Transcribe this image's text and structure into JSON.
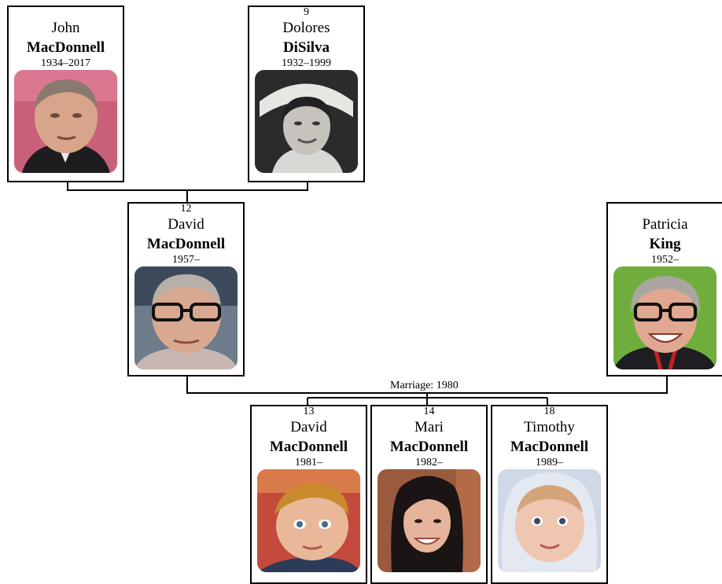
{
  "people": {
    "john": {
      "number": "",
      "first": "John",
      "last": "MacDonnell",
      "years": "1934–2017",
      "photo": "portrait-elderly-man"
    },
    "dolores": {
      "number": "9",
      "first": "Dolores",
      "last": "DiSilva",
      "years": "1932–1999",
      "photo": "portrait-woman-nurse-cap"
    },
    "david_sr": {
      "number": "12",
      "first": "David",
      "last": "MacDonnell",
      "years": "1957–",
      "photo": "portrait-man-glasses"
    },
    "patricia": {
      "number": "",
      "first": "Patricia",
      "last": "King",
      "years": "1952–",
      "photo": "portrait-woman-glasses"
    },
    "david_jr": {
      "number": "13",
      "first": "David",
      "last": "MacDonnell",
      "years": "1981–",
      "photo": "portrait-young-boy"
    },
    "mari": {
      "number": "14",
      "first": "Mari",
      "last": "MacDonnell",
      "years": "1982–",
      "photo": "portrait-young-woman"
    },
    "timothy": {
      "number": "18",
      "first": "Timothy",
      "last": "MacDonnell",
      "years": "1989–",
      "photo": "portrait-baby"
    }
  },
  "marriage": {
    "label": "Marriage: 1980"
  }
}
